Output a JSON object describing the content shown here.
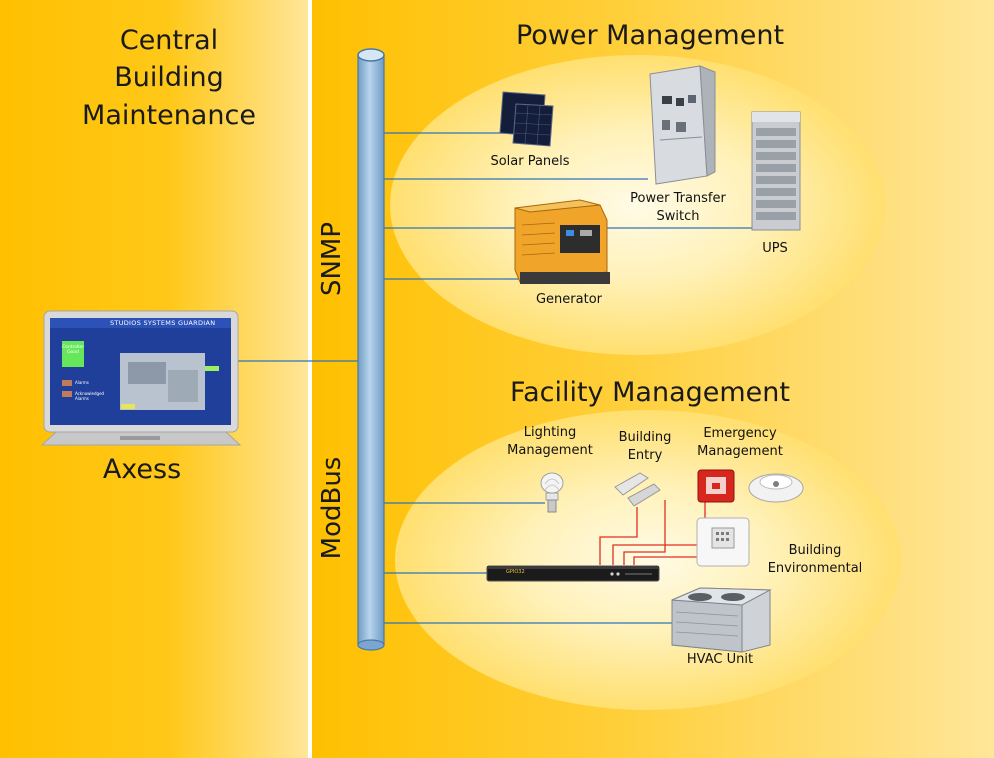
{
  "left_panel": {
    "title": "Central\nBuilding\nMaintenance",
    "device_label": "Axess",
    "screen": {
      "title": "Studios Systems Guardian",
      "status_text": "Controller\nGood",
      "legend": [
        "Alarms",
        "Acknowledged Alarms"
      ]
    }
  },
  "bus": {
    "upper_protocol": "SNMP",
    "lower_protocol": "ModBus"
  },
  "power_management": {
    "title": "Power Management",
    "items": {
      "solar": "Solar Panels",
      "transfer_switch": "Power Transfer\nSwitch",
      "ups": "UPS",
      "generator": "Generator"
    }
  },
  "facility_management": {
    "title": "Facility Management",
    "items": {
      "lighting": "Lighting\nManagement",
      "entry": "Building\nEntry",
      "emergency": "Emergency\nManagement",
      "environmental": "Building\nEnvironmental",
      "hvac": "HVAC Unit"
    },
    "controller_brand": "GPIO32"
  },
  "colors": {
    "background_left": "#ffc000",
    "background_right": "#ffc000",
    "bus_pipe": "#8fb8dc",
    "connector_lines": "#2e75b6",
    "io_wires": "#e03020"
  }
}
